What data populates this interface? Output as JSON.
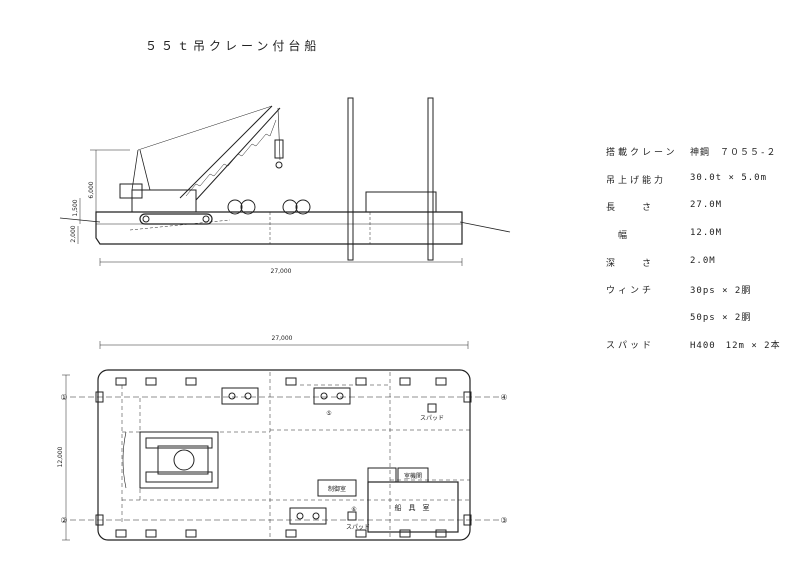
{
  "title": "５５ｔ吊クレーン付台船",
  "specs": [
    {
      "label": "搭載クレーン",
      "value": "神鋼　７０５５-２"
    },
    {
      "label": "吊上げ能力",
      "value": "30.0t × 5.0m"
    },
    {
      "label": "長　　さ",
      "value": "27.0M"
    },
    {
      "label": "　幅",
      "value": "12.0M"
    },
    {
      "label": "深　　さ",
      "value": "2.0M"
    },
    {
      "label": "ウィンチ",
      "value": "30ps × 2胴"
    },
    {
      "label": "",
      "value": "50ps × 2胴"
    },
    {
      "label": "スパッド",
      "value": "H400　12m × 2本"
    }
  ],
  "side_view": {
    "dim_length": "27,000",
    "dim_height_1": "6,000",
    "dim_height_2": "1,500",
    "dim_height_3": "2,000"
  },
  "plan_view": {
    "dim_length": "27,000",
    "dim_width": "12,000",
    "markers": [
      "①",
      "②",
      "③",
      "④",
      "⑤",
      "⑥"
    ],
    "label_control_room": "制御室",
    "label_engine_room": "室機関",
    "label_storage": "船　具　室",
    "label_spud_1": "スパッド",
    "label_spud_2": "スパッド"
  }
}
